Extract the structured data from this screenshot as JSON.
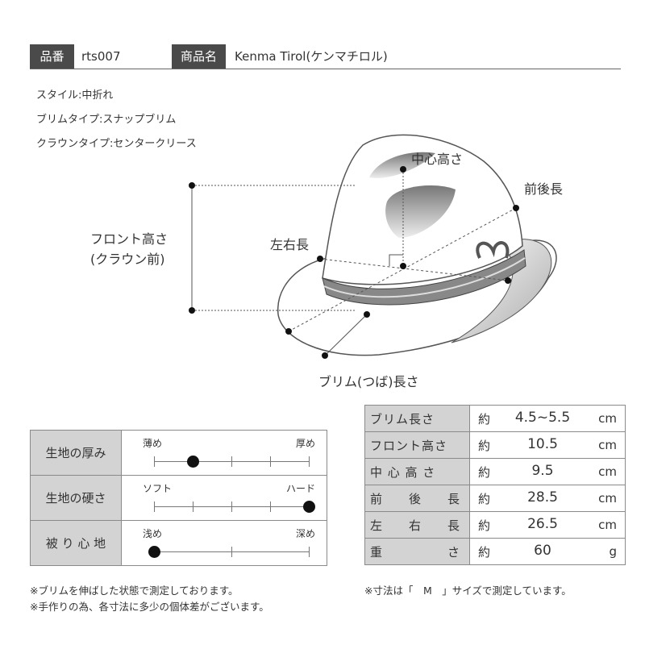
{
  "header": {
    "item_no_label": "品番",
    "item_no": "rts007",
    "product_name_label": "商品名",
    "product_name": "Kenma Tirol(ケンマチロル)"
  },
  "specs": [
    "スタイル:中折れ",
    "ブリムタイプ:スナップブリム",
    "クラウンタイプ:センタークリース"
  ],
  "diagram": {
    "center_height": "中心高さ",
    "front_back": "前後長",
    "left_right": "左右長",
    "front_height": "フロント高さ",
    "front_height_sub": "(クラウン前)",
    "brim_length": "ブリム(つば)長さ"
  },
  "feel": [
    {
      "label": "生地の厚み",
      "left": "薄め",
      "right": "厚め",
      "ticks": 5,
      "value": 0.25
    },
    {
      "label": "生地の硬さ",
      "left": "ソフト",
      "right": "ハード",
      "ticks": 5,
      "value": 1.0
    },
    {
      "label": "被 り 心 地",
      "left": "浅め",
      "right": "深め",
      "ticks": 3,
      "value": 0.0
    }
  ],
  "sizes": [
    {
      "label": "ブリム長さ",
      "approx": "約",
      "value": "4.5~5.5",
      "unit": "cm"
    },
    {
      "label": "フロント高さ",
      "approx": "約",
      "value": "10.5",
      "unit": "cm"
    },
    {
      "label": "中 心 高 さ",
      "approx": "約",
      "value": "9.5",
      "unit": "cm"
    },
    {
      "label": "前　　後　　長",
      "approx": "約",
      "value": "28.5",
      "unit": "cm"
    },
    {
      "label": "左　　右　　長",
      "approx": "約",
      "value": "26.5",
      "unit": "cm"
    },
    {
      "label": "重　　　　　さ",
      "approx": "約",
      "value": "60",
      "unit": "g"
    }
  ],
  "notes": {
    "left1": "※ブリムを伸ばした状態で測定しております。",
    "left2": "※手作りの為、各寸法に多少の個体差がございます。",
    "right": "※寸法は「　M　」サイズで測定しています。"
  }
}
